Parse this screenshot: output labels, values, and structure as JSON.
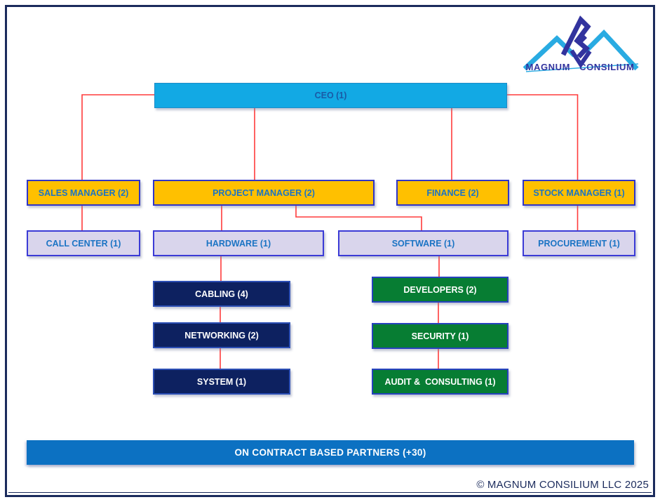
{
  "logo": {
    "word1": "MAGNUM",
    "word2": "CONSILIUM"
  },
  "chart": {
    "ceo": {
      "label": "CEO (1)"
    },
    "level2": [
      {
        "label": "SALES MANAGER (2)"
      },
      {
        "label": "PROJECT MANAGER (2)"
      },
      {
        "label": "FINANCE (2)"
      },
      {
        "label": "STOCK MANAGER (1)"
      }
    ],
    "level3": [
      {
        "label": "CALL CENTER (1)"
      },
      {
        "label": "HARDWARE (1)"
      },
      {
        "label": "SOFTWARE (1)"
      },
      {
        "label": "PROCUREMENT (1)"
      }
    ],
    "hardware_team": [
      {
        "label": "CABLING (4)"
      },
      {
        "label": "NETWORKING (2)"
      },
      {
        "label": "SYSTEM (1)"
      }
    ],
    "software_team": [
      {
        "label": "DEVELOPERS (2)"
      },
      {
        "label": "SECURITY (1)"
      },
      {
        "label": "AUDIT &  CONSULTING (1)"
      }
    ],
    "partners": {
      "label": "ON CONTRACT BASED PARTNERS (+30)"
    }
  },
  "footer": {
    "copyright": "© MAGNUM CONSILIUM LLC 2025"
  },
  "colors": {
    "frame_navy": "#1B2B5C",
    "ceo_fill": "#12A9E4",
    "manager_fill": "#FFC000",
    "department_fill": "#D9D5EC",
    "hardware_team_fill": "#0D2160",
    "software_team_fill": "#077D33",
    "partners_fill": "#0C71C2",
    "connector_red": "#FF3B3B",
    "logo_blue": "#29ABE2",
    "logo_purple": "#32339E",
    "label_blue": "#1B74C4"
  }
}
